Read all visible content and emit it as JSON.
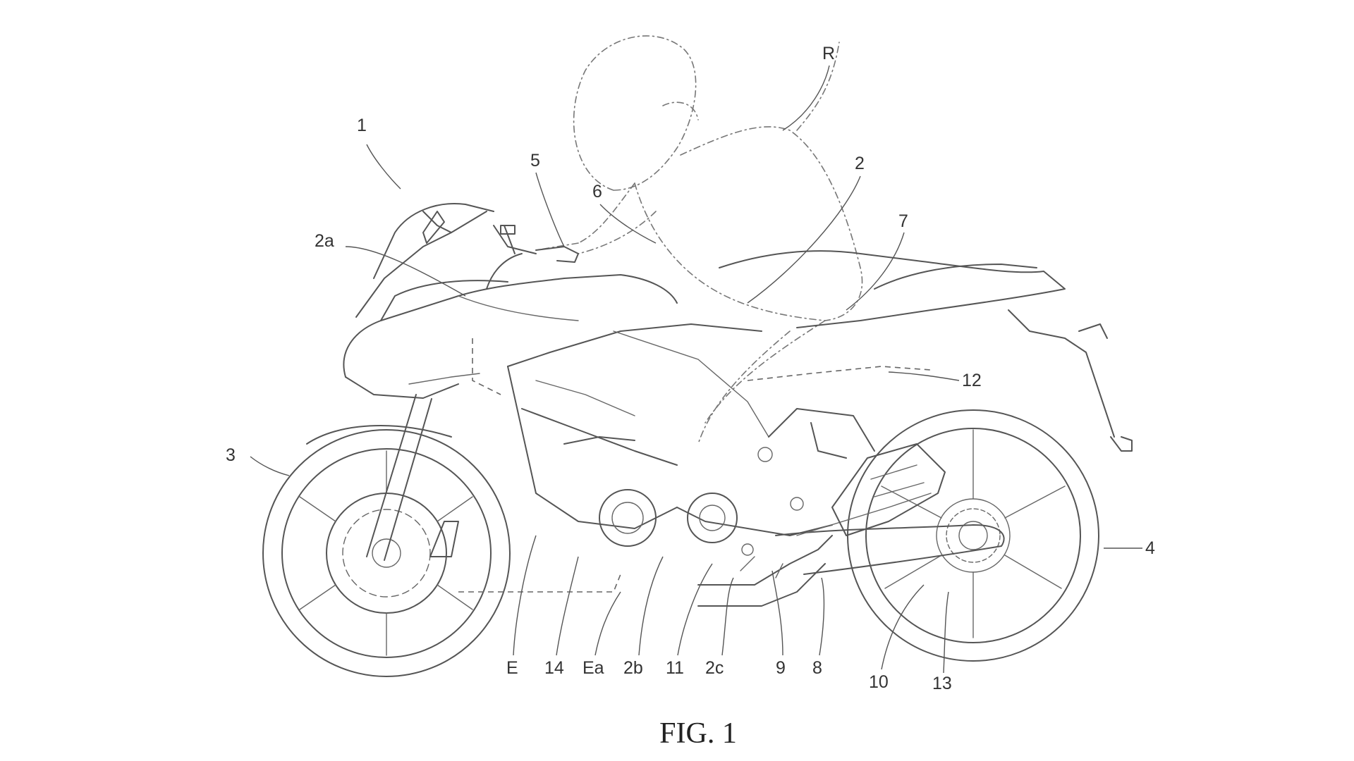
{
  "figure": {
    "caption": "FIG. 1",
    "references": {
      "r1": "1",
      "rR": "R",
      "r5": "5",
      "r6": "6",
      "r2": "2",
      "r7": "7",
      "r2a": "2a",
      "r12": "12",
      "r3": "3",
      "r4": "4",
      "rE": "E",
      "r14": "14",
      "rEa": "Ea",
      "r2b": "2b",
      "r11": "11",
      "r2c": "2c",
      "r9": "9",
      "r8": "8",
      "r10": "10",
      "r13": "13"
    }
  }
}
